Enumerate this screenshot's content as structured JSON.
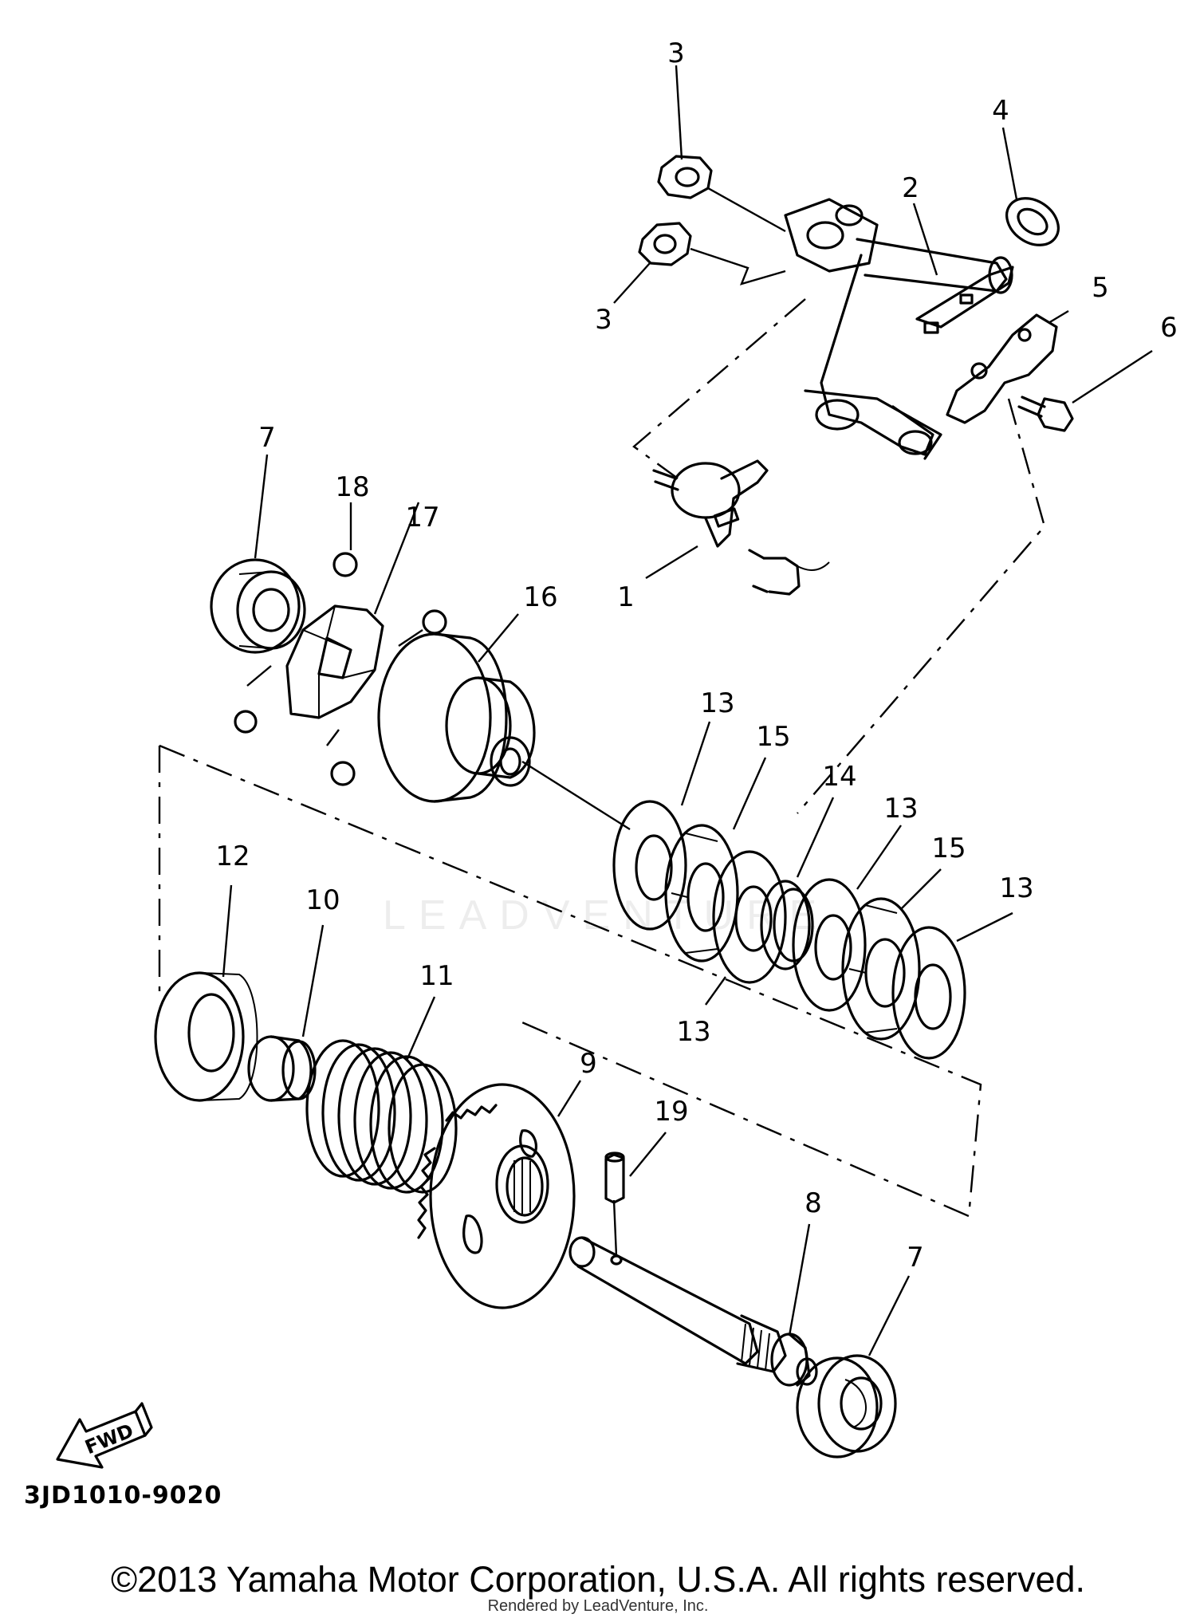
{
  "diagram": {
    "callouts": {
      "c1": "1",
      "c2": "2",
      "c3a": "3",
      "c3b": "3",
      "c4": "4",
      "c5": "5",
      "c6": "6",
      "c7a": "7",
      "c7b": "7",
      "c8": "8",
      "c9": "9",
      "c10": "10",
      "c11": "11",
      "c12": "12",
      "c13a": "13",
      "c13b": "13",
      "c13c": "13",
      "c13d": "13",
      "c14": "14",
      "c15a": "15",
      "c15b": "15",
      "c16": "16",
      "c17": "17",
      "c18": "18",
      "c19": "19"
    },
    "fwd_label": "FWD",
    "code": "3JD1010-9020",
    "watermark": "LEADVENTURE"
  },
  "footer": {
    "copyright": "©2013 Yamaha Motor Corporation, U.S.A. All rights reserved.",
    "rendered_by": "Rendered by LeadVenture, Inc."
  }
}
